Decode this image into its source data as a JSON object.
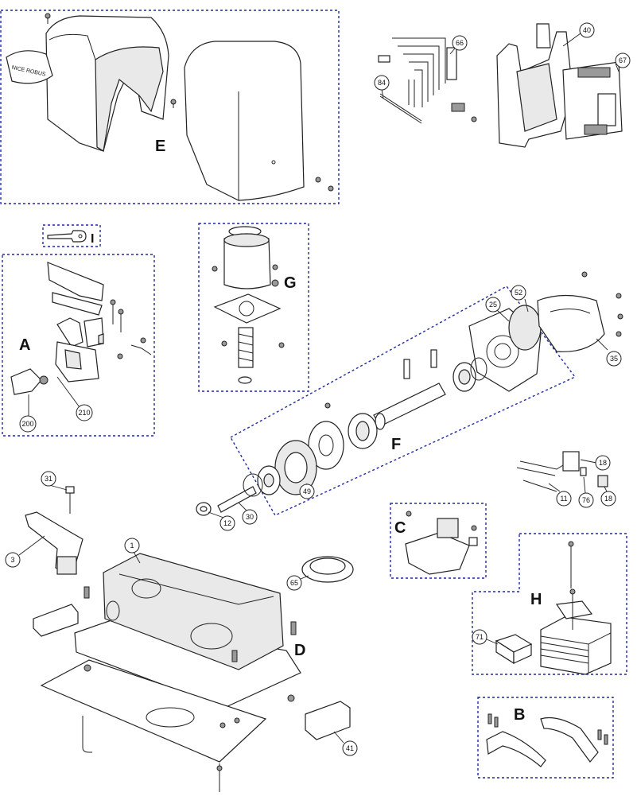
{
  "group_letters": {
    "A": "A",
    "B": "B",
    "C": "C",
    "D": "D",
    "E": "E",
    "F": "F",
    "G": "G",
    "H": "H",
    "I": "I"
  },
  "brand_text": "NICE ROBUS",
  "callouts": {
    "c1": "1",
    "c3": "3",
    "c11": "11",
    "c12": "12",
    "c18a": "18",
    "c18b": "18",
    "c25": "25",
    "c30": "30",
    "c31": "31",
    "c35": "35",
    "c40": "40",
    "c41": "41",
    "c49": "49",
    "c52": "52",
    "c65": "65",
    "c66": "66",
    "c67": "67",
    "c71": "71",
    "c76": "76",
    "c84": "84",
    "c200": "200",
    "c210": "210"
  }
}
